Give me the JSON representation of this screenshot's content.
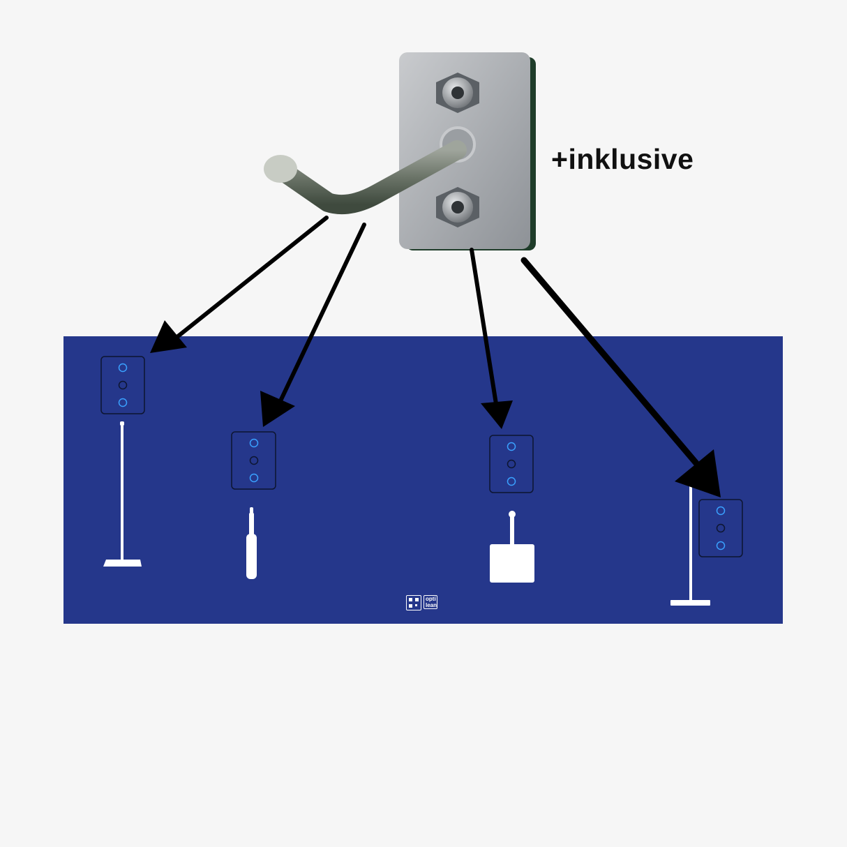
{
  "caption": "+inklusive",
  "logo": {
    "word_top": "opti",
    "word_bottom": "lean"
  },
  "hook_plate": {
    "hole_count": 3
  }
}
